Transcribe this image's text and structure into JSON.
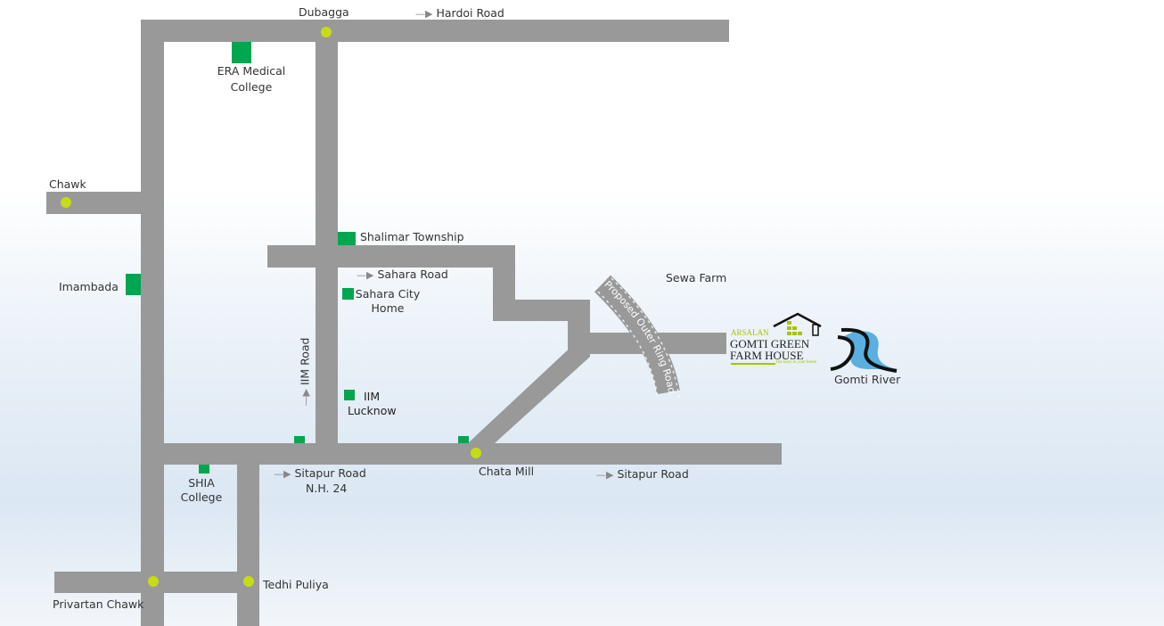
{
  "colors": {
    "road": "#999999",
    "junction": "#c6dc16",
    "landmark": "#00a650",
    "river": "#5aafe0"
  },
  "labels": {
    "dubagga": "Dubagga",
    "hardoi_road": "Hardoi Road",
    "era_medical_1": "ERA Medical",
    "era_medical_2": "College",
    "chawk": "Chawk",
    "imambada": "Imambada",
    "shalimar": "Shalimar Township",
    "sahara_road": "Sahara Road",
    "sahara_city_1": "Sahara City",
    "sahara_city_2": "Home",
    "iim_road": "IIM Road",
    "iim_1": "IIM",
    "iim_2": "Lucknow",
    "sewa_farm": "Sewa Farm",
    "ring_road": "Proposed Outer Ring Road",
    "gomti_river": "Gomti River",
    "shia_1": "SHIA",
    "shia_2": "College",
    "sitapur_nh_1": "Sitapur Road",
    "sitapur_nh_2": "N.H. 24",
    "chata_mill": "Chata Mill",
    "sitapur_road": "Sitapur Road",
    "tedhi_puliya": "Tedhi Puliya",
    "privartan_chawk": "Privartan Chawk"
  },
  "logo": {
    "brand": "ARSALAN",
    "line1": "GOMTI GREEN",
    "line2": "FARM HOUSE",
    "tagline": "The keys to your home"
  },
  "icons": {
    "arrow": "arrow-right-icon",
    "house": "house-icon",
    "river": "river-icon"
  }
}
